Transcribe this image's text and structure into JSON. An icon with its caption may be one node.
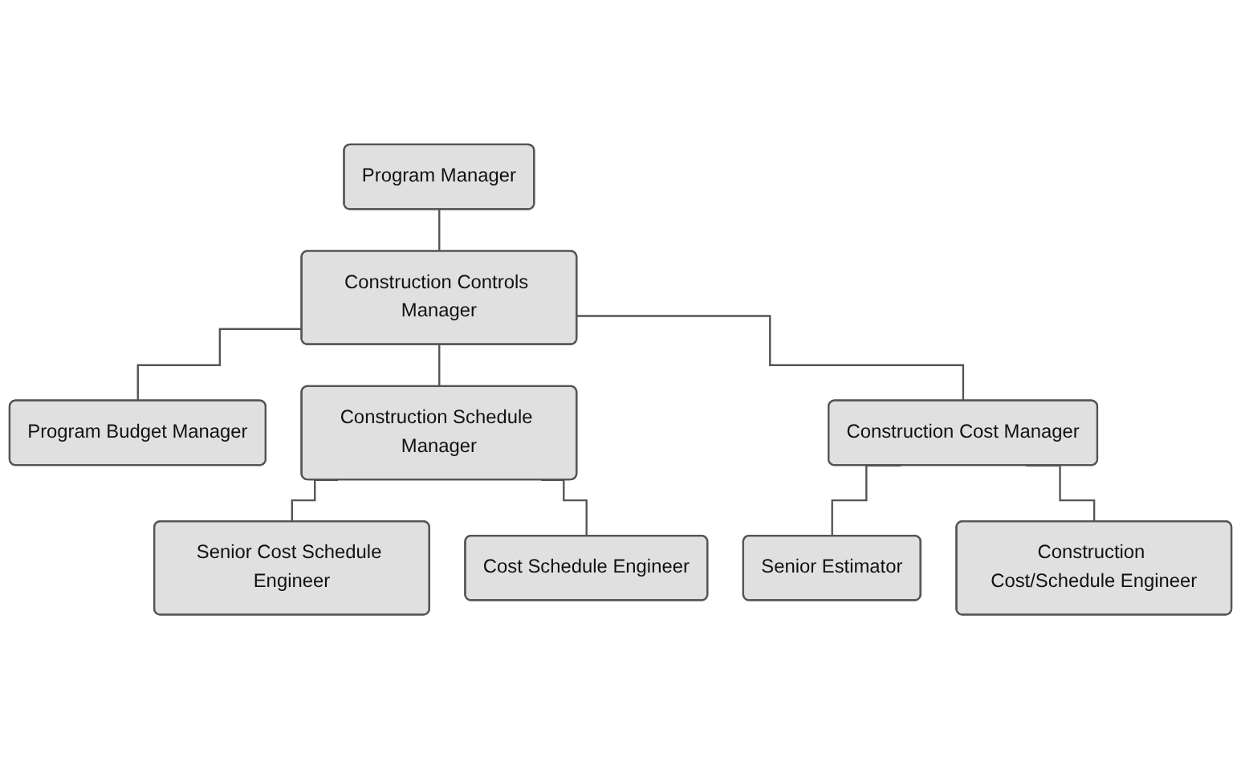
{
  "diagram": {
    "nodes": [
      {
        "text": [
          "Program Manager"
        ]
      },
      {
        "text": [
          "Program Budget Manager"
        ]
      },
      {
        "text": [
          "Construction Controls Manager"
        ]
      },
      {
        "text": [
          "Construction Schedule Manager"
        ]
      },
      {
        "text": [
          "Construction Cost Manager"
        ]
      },
      {
        "text": [
          "Senior Cost Schedule Engineer"
        ]
      },
      {
        "text": [
          "Cost Schedule Engineer"
        ]
      },
      {
        "text": [
          "Senior Estimator"
        ]
      },
      {
        "text": [
          "Construction Cost/Schedule Engineer"
        ]
      }
    ],
    "edges": [
      {
        "from": 0,
        "to": 2,
        "arrow": "none"
      },
      {
        "from": 2,
        "to": 1,
        "arrow": "none"
      },
      {
        "from": 2,
        "to": 3,
        "arrow": "none"
      },
      {
        "from": 2,
        "to": 4,
        "arrow": "none"
      },
      {
        "from": 3,
        "to": 5,
        "arrow": "none"
      },
      {
        "from": 3,
        "to": 6,
        "arrow": "none"
      },
      {
        "from": 4,
        "to": 7,
        "arrow": "none"
      },
      {
        "from": 4,
        "to": 8,
        "arrow": "none"
      }
    ]
  }
}
